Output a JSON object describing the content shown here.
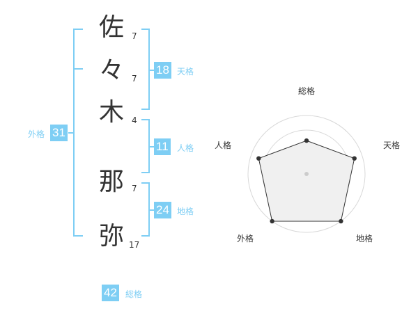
{
  "name_chars": [
    {
      "char": "佐",
      "strokes": "7"
    },
    {
      "char": "々",
      "strokes": "7"
    },
    {
      "char": "木",
      "strokes": "4"
    },
    {
      "char": "那",
      "strokes": "7"
    },
    {
      "char": "弥",
      "strokes": "17"
    }
  ],
  "fortune": {
    "tenkaku": {
      "value": "18",
      "label": "天格"
    },
    "jinkaku": {
      "value": "11",
      "label": "人格"
    },
    "chikaku": {
      "value": "24",
      "label": "地格"
    },
    "gaikaku": {
      "value": "31",
      "label": "外格"
    },
    "soukaku": {
      "value": "42",
      "label": "総格"
    }
  },
  "radar": {
    "labels": {
      "top": "総格",
      "right": "天格",
      "bottom_right": "地格",
      "bottom_left": "外格",
      "left": "人格"
    },
    "levels_fraction": {
      "soukaku": 0.57,
      "tenkaku": 0.86,
      "chikaku": 1.0,
      "gaikaku": 1.0,
      "jinkaku": 0.86
    },
    "rings": 4
  },
  "colors": {
    "accent": "#7ecef4",
    "text": "#333333",
    "fill": "#f0f0f0",
    "grid": "#d8d8d8"
  }
}
